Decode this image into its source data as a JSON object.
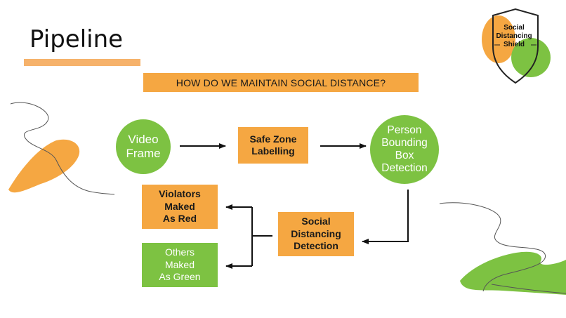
{
  "slide": {
    "title": "Pipeline",
    "question": "HOW DO WE MAINTAIN SOCIAL DISTANCE?"
  },
  "logo": {
    "line1": "Social",
    "line2": "Distancing",
    "line3": "Shield"
  },
  "nodes": {
    "video_frame": "Video\nFrame",
    "safe_zone": "Safe Zone\nLabelling",
    "person_detection": "Person\nBounding\nBox\nDetection",
    "social_detection": "Social\nDistancing\nDetection",
    "violators": "Violators\nMaked\nAs Red",
    "others": "Others\nMaked\nAs Green"
  },
  "colors": {
    "orange": "#F5A742",
    "green": "#7DC242",
    "title_bar": "#F6B26B"
  }
}
